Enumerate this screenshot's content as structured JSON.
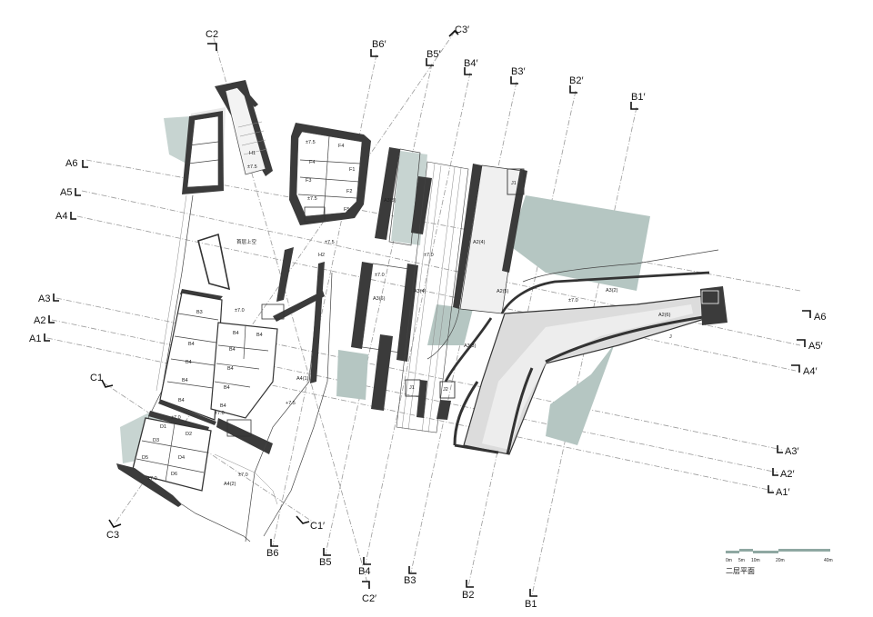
{
  "section_labels": {
    "A1": "A1",
    "A2": "A2",
    "A3": "A3",
    "A4": "A4",
    "A5": "A5",
    "A6": "A6",
    "A1p": "A1′",
    "A2p": "A2′",
    "A3p": "A3′",
    "A4p": "A4′",
    "A5p": "A5′",
    "A6p": "A6",
    "B1": "B1",
    "B2": "B2",
    "B3": "B3",
    "B4": "B4",
    "B5": "B5",
    "B6": "B6",
    "B1p": "B1′",
    "B2p": "B2′",
    "B3p": "B3′",
    "B4p": "B4′",
    "B5p": "B5′",
    "B6p": "B6′",
    "C1": "C1",
    "C2": "C2",
    "C3": "C3",
    "C1p": "C1′",
    "C2p": "C2′",
    "C3p": "C3′"
  },
  "rooms": {
    "H1": "H1",
    "H2": "H2",
    "void": "首层上空",
    "F1": "F1",
    "F2": "F2",
    "F3": "F3",
    "F4": "F4",
    "F5": "F5",
    "F4b": "F4",
    "A3_5": "A3(5)",
    "A3_6": "A3(6)",
    "A3_4": "A3(4)",
    "A3_3": "A3(3)",
    "A3_2": "A3(2)",
    "A2_4": "A2(4)",
    "A2_6": "A2(6)",
    "A2_5": "A2(5)",
    "A4_1": "A4(1)",
    "A4_2": "A4(2)",
    "J1": "J1",
    "J": "J",
    "J1b": "J1",
    "J2": "J2",
    "B3": "B3",
    "B4": "B4",
    "D1": "D1",
    "D2": "D2",
    "D3": "D3",
    "D4": "D4",
    "D5": "D5",
    "D6": "D6"
  },
  "levels": {
    "l75": "±7.5",
    "l70": "±7.0",
    "l75b": "±7.5",
    "l70b": "±7.0",
    "l70c": "±7.0",
    "l70d": "±7.0",
    "l70e": "±7.0",
    "l75c": "±7.5",
    "l70f": "±7.0",
    "l75d": "+7.5",
    "l70g": "±7.0",
    "l70h": "±7.0",
    "l75e": "±7.5"
  },
  "scale_bar": {
    "ticks": [
      "0m",
      "5m",
      "10m",
      "20m",
      "40m"
    ]
  },
  "plan_title": "二层平面",
  "colors": {
    "wall": "#3b3b3b",
    "landscape_green": "#b5c6c2",
    "cut_line": "#9a9a9a"
  }
}
